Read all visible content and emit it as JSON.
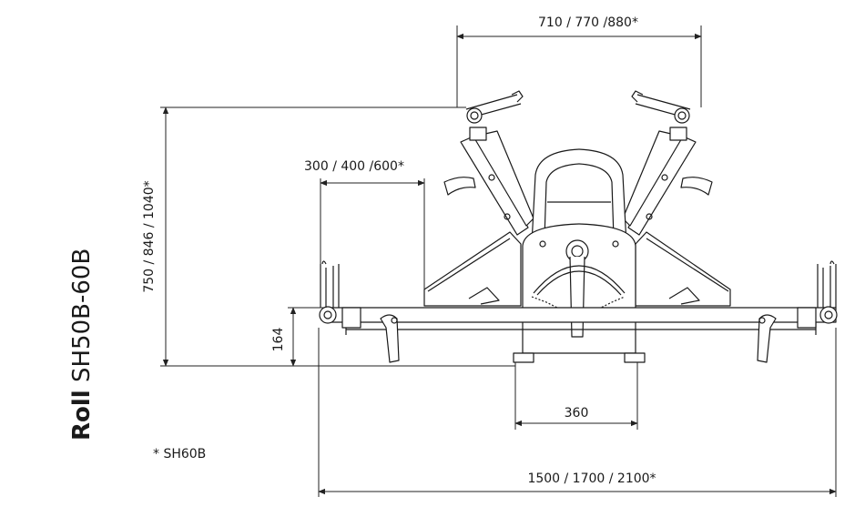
{
  "dimensions": {
    "top_width": "710 / 770 /880*",
    "table_width": "300 / 400 /600*",
    "height": "750 / 846 / 1040*",
    "table_height": "164",
    "base_width": "360",
    "total_width": "1500 / 1700 / 2100*"
  },
  "label": {
    "brand": "Roll",
    "model": "SH50B-60B"
  },
  "footnote": "* SH60B",
  "colors": {
    "line": "#1a1a1a",
    "dim": "#222222",
    "fill": "#ffffff"
  }
}
